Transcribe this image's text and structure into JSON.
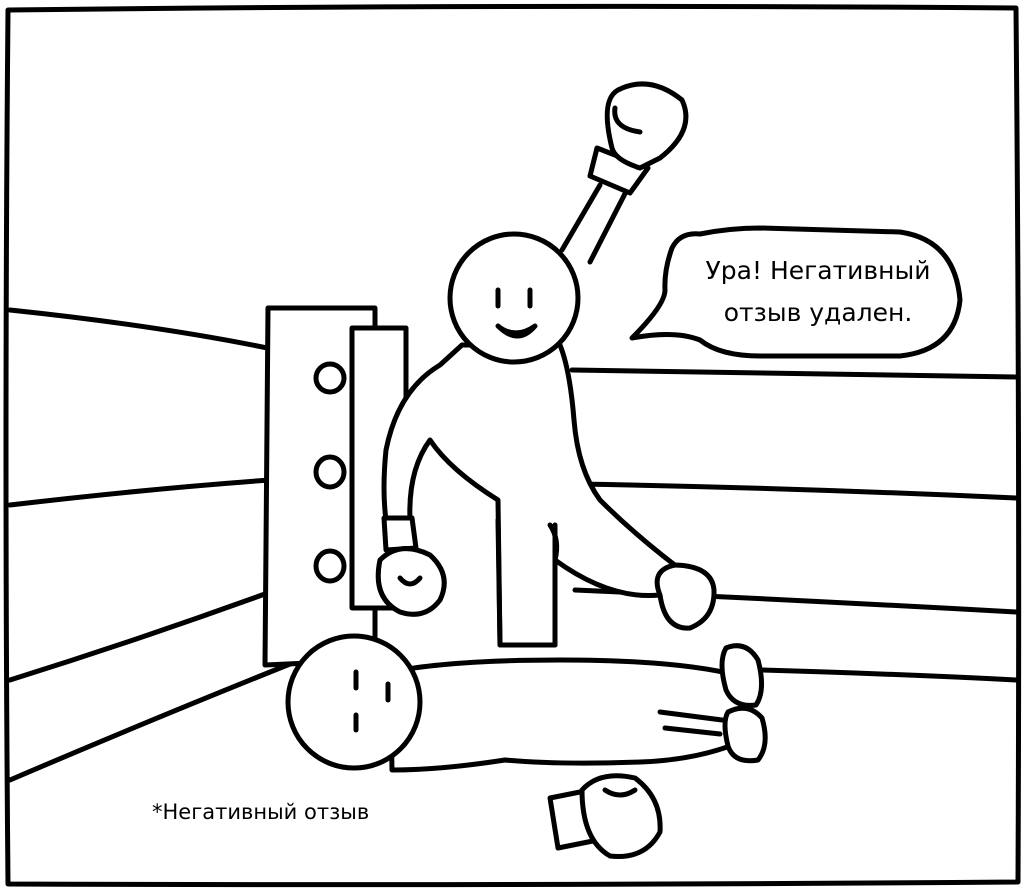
{
  "speech_bubble": {
    "line1": "Ура! Негативный",
    "line2": "отзыв удален."
  },
  "caption": "*Негативный отзыв"
}
